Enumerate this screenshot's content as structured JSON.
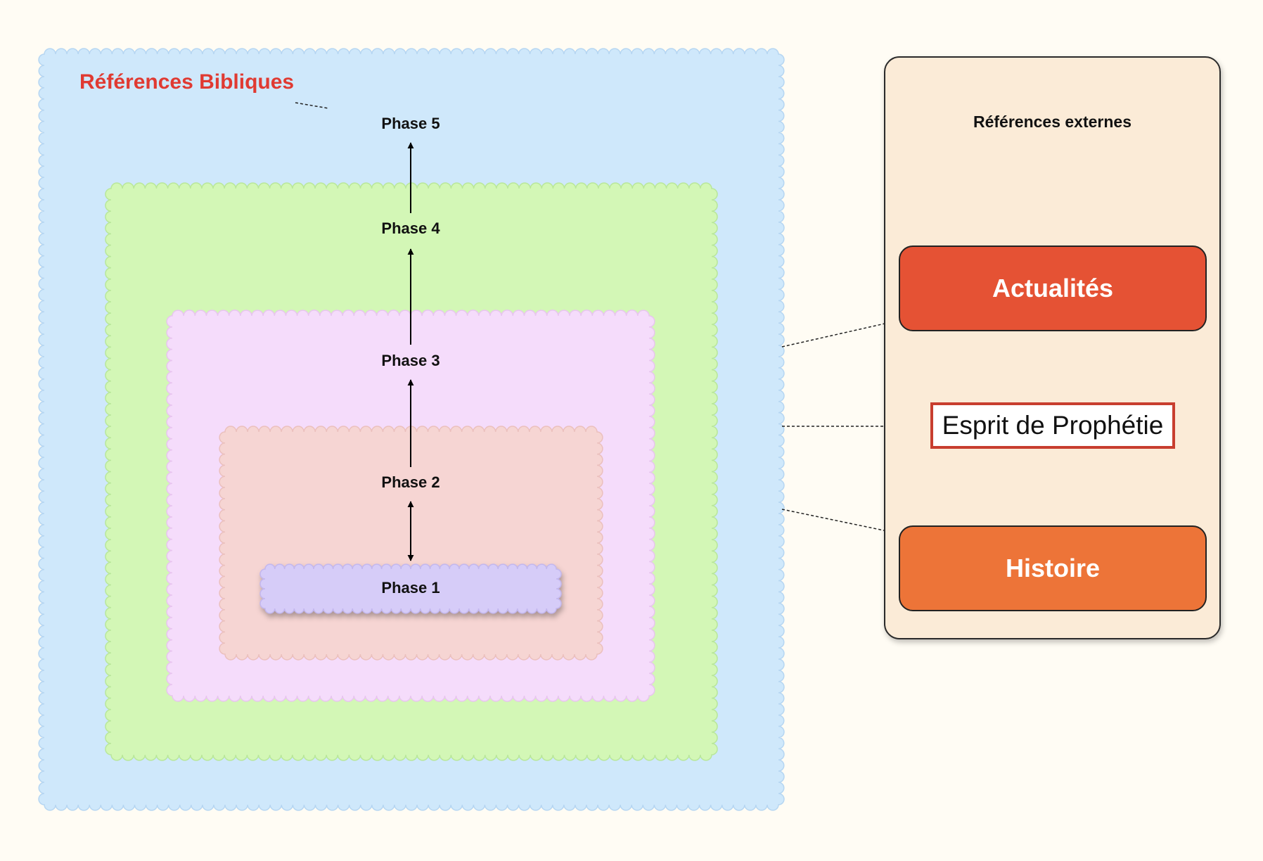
{
  "diagram": {
    "title": "Références Bibliques",
    "phases": [
      "Phase 1",
      "Phase 2",
      "Phase 3",
      "Phase 4",
      "Phase 5"
    ],
    "colors": {
      "background": "#fffcf4",
      "region_outer": "#cfe8fb",
      "region_green": "#d3f7b6",
      "region_pink": "#f5dcfb",
      "region_salmon": "#f6d5d3",
      "phase1_pill": "#d6ccf8",
      "title_red": "#e03a32"
    }
  },
  "external": {
    "title": "Références externes",
    "items": {
      "actualites": "Actualités",
      "esprit": "Esprit de Prophétie",
      "histoire": "Histoire"
    },
    "colors": {
      "panel": "#fbebd7",
      "actualites": "#e55234",
      "histoire": "#ed7438",
      "esprit_border": "#c83e2f"
    }
  }
}
